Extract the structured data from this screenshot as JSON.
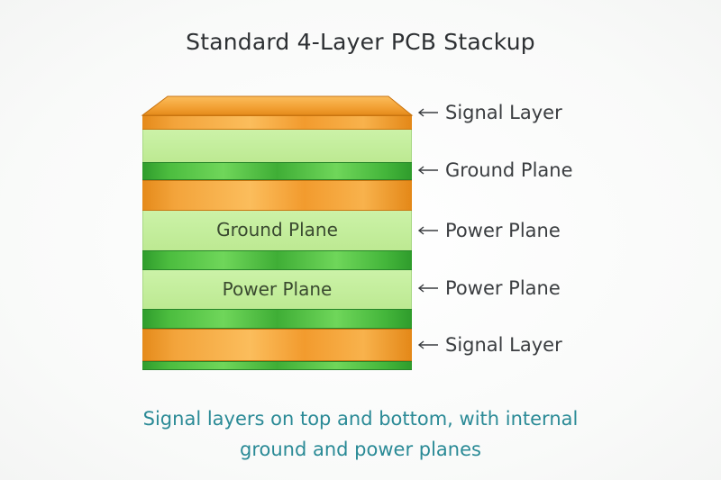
{
  "title": "Standard 4-Layer PCB Stackup",
  "stack_labels": {
    "inner_top": "Ground Plane",
    "inner_bottom": "Power Plane"
  },
  "callouts": [
    {
      "label": "Signal Layer"
    },
    {
      "label": "Ground Plane"
    },
    {
      "label": "Power Plane"
    },
    {
      "label": "Power Plane"
    },
    {
      "label": "Signal Layer"
    }
  ],
  "caption": {
    "line1": "Signal layers on top and bottom, with internal",
    "line2": "ground and power planes"
  },
  "colors": {
    "copper": "#f3a43b",
    "laminate": "#c4ee9d",
    "plane": "#4cbd3f",
    "caption": "#2a8a96"
  }
}
